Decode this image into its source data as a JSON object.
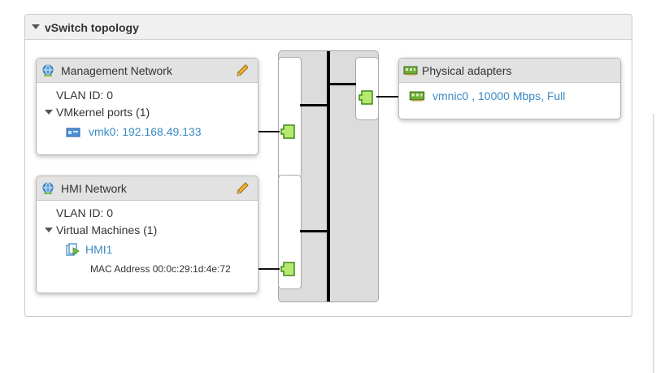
{
  "panel": {
    "title": "vSwitch topology"
  },
  "port_groups": [
    {
      "name": "Management Network",
      "vlan": "VLAN ID: 0",
      "section": "VMkernel ports (1)",
      "items": [
        {
          "label": "vmk0: 192.168.49.133"
        }
      ]
    },
    {
      "name": "HMI Network",
      "vlan": "VLAN ID: 0",
      "section": "Virtual Machines (1)",
      "items": [
        {
          "label": "HMI1",
          "detail": "MAC Address 00:0c:29:1d:4e:72"
        }
      ]
    }
  ],
  "adapters": {
    "title": "Physical adapters",
    "items": [
      {
        "label": "vmnic0 , 10000 Mbps, Full"
      }
    ]
  },
  "colors": {
    "link": "#3b8ac4",
    "port_fill": "#b7e86f",
    "port_border": "#3d8a1a"
  },
  "icons": [
    "collapse-caret-icon",
    "network-globe-icon",
    "pencil-icon",
    "vmkernel-nic-icon",
    "vm-icon",
    "physical-nic-icon",
    "port-icon"
  ]
}
